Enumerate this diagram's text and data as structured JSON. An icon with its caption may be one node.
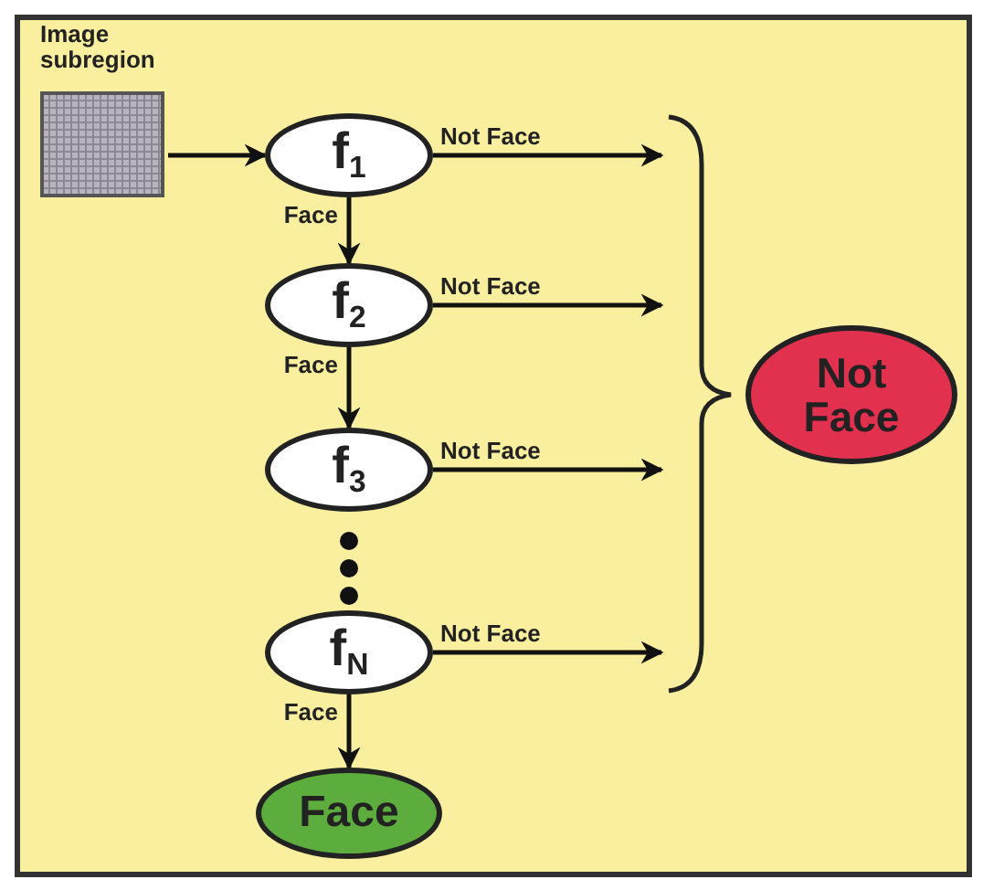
{
  "diagram": {
    "nodes": [
      {
        "text": [
          "Image subregion"
        ]
      },
      {
        "text": [
          "f$_{1}$"
        ]
      },
      {
        "text": [
          "f$_{2}$"
        ]
      },
      {
        "text": [
          "f$_{3}$"
        ]
      },
      {
        "text": [
          "f$_{N}$"
        ]
      },
      {
        "text": [
          "Face"
        ]
      },
      {
        "text": [
          "Not Face"
        ]
      }
    ],
    "edges": [
      {
        "from": 0,
        "to": 1,
        "arrow": "to"
      },
      {
        "from": 1,
        "to": 6,
        "label": "Not Face",
        "arrow": "to"
      },
      {
        "from": 1,
        "to": 2,
        "label": "Face",
        "arrow": "to"
      },
      {
        "from": 2,
        "to": 6,
        "label": "Not Face",
        "arrow": "to"
      },
      {
        "from": 2,
        "to": 3,
        "label": "Face",
        "arrow": "to"
      },
      {
        "from": 3,
        "to": 6,
        "label": "Not Face",
        "arrow": "to"
      },
      {
        "from": 4,
        "to": 6,
        "label": "Not Face",
        "arrow": "to"
      },
      {
        "from": 4,
        "to": 5,
        "label": "Face",
        "arrow": "to"
      }
    ]
  }
}
